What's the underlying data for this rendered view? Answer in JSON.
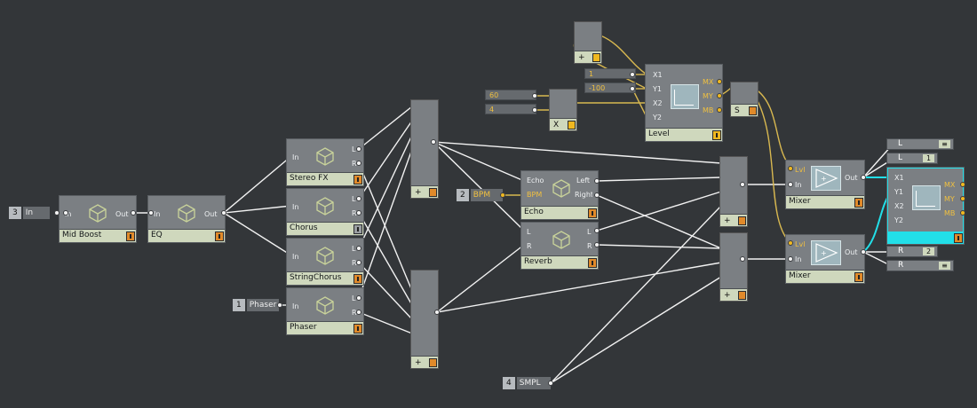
{
  "app": {
    "accent": "#e08a2a",
    "cable_white": "#f2f2f2",
    "cable_yellow": "#d8b850",
    "cable_cyan": "#22dfe8"
  },
  "modules": {
    "in_input": {
      "num": "3",
      "label": "In"
    },
    "mid_boost": {
      "title": "Mid Boost",
      "in": "In",
      "out": "Out"
    },
    "eq": {
      "title": "EQ",
      "in": "In",
      "out": "Out"
    },
    "stereo_fx": {
      "title": "Stereo FX",
      "in": "In",
      "l": "L",
      "r": "R"
    },
    "chorus": {
      "title": "Chorus",
      "in": "In",
      "l": "L",
      "r": "R"
    },
    "string_chorus": {
      "title": "StringChorus",
      "in": "In",
      "l": "L",
      "r": "R"
    },
    "phaser": {
      "title": "Phaser",
      "in": "In",
      "l": "L",
      "r": "R"
    },
    "phaser_input": {
      "num": "1",
      "label": "Phaser"
    },
    "adder1": {
      "label": "+"
    },
    "adder2": {
      "label": "+"
    },
    "adder3": {
      "label": "+"
    },
    "adder4": {
      "label": "+"
    },
    "adder_top": {
      "label": "+"
    },
    "bpm_input": {
      "num": "2",
      "label": "BPM"
    },
    "echo": {
      "title": "Echo",
      "echo_in": "Echo",
      "bpm_in": "BPM",
      "left": "Left",
      "right": "Right"
    },
    "reverb": {
      "title": "Reverb",
      "l_in": "L",
      "r_in": "R",
      "l_out": "L",
      "r_out": "R"
    },
    "smpl_input": {
      "num": "4",
      "label": "SMPL"
    },
    "const_60": {
      "value": "60"
    },
    "const_4": {
      "value": "4"
    },
    "mult": {
      "label": "X"
    },
    "const_1": {
      "value": "1"
    },
    "const_m100": {
      "value": "-100"
    },
    "level": {
      "title": "Level",
      "x1": "X1",
      "y1": "Y1",
      "x2": "X2",
      "y2": "Y2",
      "mx": "MX",
      "my": "MY",
      "mb": "MB"
    },
    "sampler_s": {
      "label": "S"
    },
    "mixer1": {
      "title": "Mixer",
      "lvl": "Lvl",
      "in": "In",
      "out": "Out"
    },
    "mixer2": {
      "title": "Mixer",
      "lvl": "Lvl",
      "in": "In",
      "out": "Out"
    },
    "xy_right": {
      "x1": "X1",
      "y1": "Y1",
      "x2": "X2",
      "y2": "Y2",
      "mx": "MX",
      "my": "MY",
      "mb": "MB"
    },
    "out_l_top": {
      "label": "L"
    },
    "out_l1": {
      "label": "L",
      "value": "1"
    },
    "out_r2": {
      "label": "R",
      "value": "2"
    },
    "out_r_bot": {
      "label": "R"
    }
  }
}
